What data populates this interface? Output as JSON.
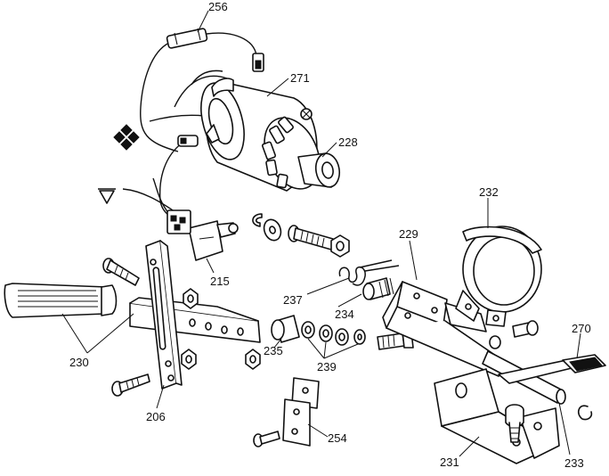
{
  "labels": {
    "p256": "256",
    "p271": "271",
    "p228": "228",
    "p232": "232",
    "p229": "229",
    "p215": "215",
    "p237": "237",
    "p234": "234",
    "p270": "270",
    "p230": "230",
    "p235": "235",
    "p239": "239",
    "p206": "206",
    "p254": "254",
    "p231": "231",
    "p233": "233"
  },
  "icons": {
    "diamonds": "four-diamond-symbol",
    "ground": "triangle-down-symbol"
  }
}
